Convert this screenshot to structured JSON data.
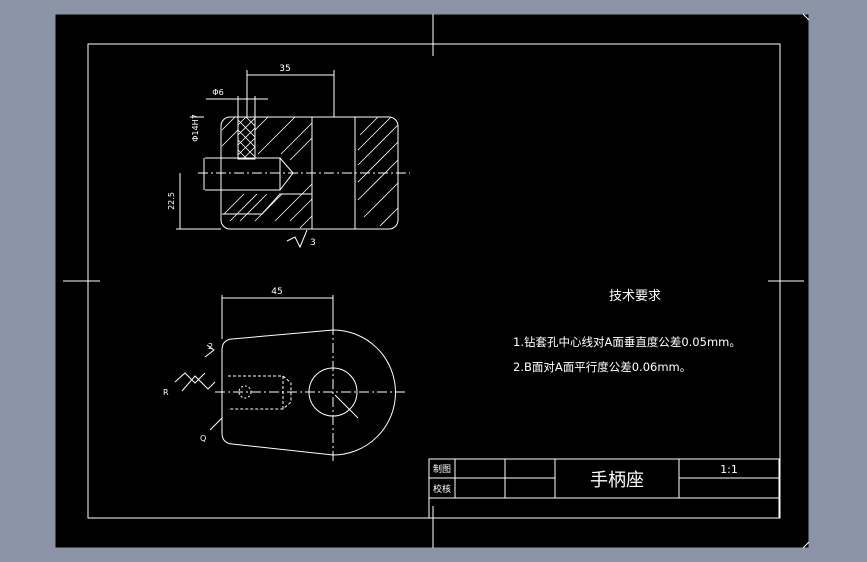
{
  "drawing": {
    "title": "手柄座",
    "scale": "1:1"
  },
  "title_block": {
    "drawn_label": "制图",
    "checked_label": "校核"
  },
  "tech_requirements": {
    "heading": "技术要求",
    "items": [
      "1.钻套孔中心线对A面垂直度公差0.05mm。",
      "2.B面对A面平行度公差0.06mm。"
    ]
  },
  "dimensions": {
    "top_width": "35",
    "hole_dia": "Φ6",
    "fit": "Φ14H7",
    "height": "22.5",
    "roughness": "3",
    "bottom_width": "45",
    "label_2": "2",
    "label_r": "R",
    "label_q": "Q"
  },
  "colors": {
    "background": "#8a94a6",
    "sheet": "#000000",
    "lines": "#ffffff"
  }
}
